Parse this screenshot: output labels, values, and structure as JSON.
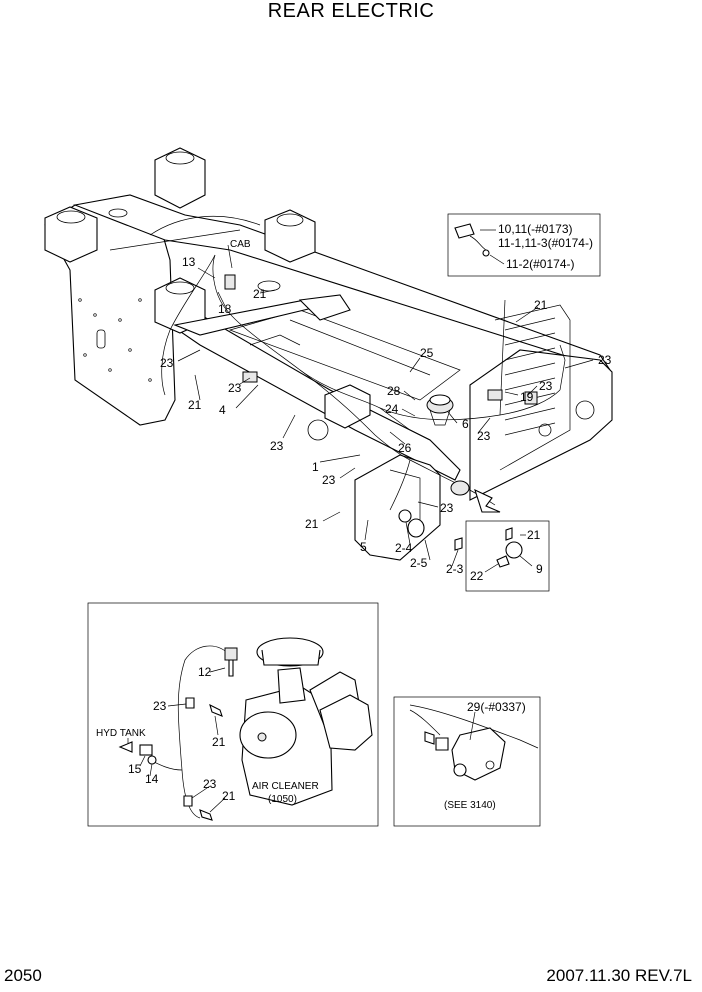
{
  "header": {
    "title": "REAR ELECTRIC"
  },
  "footer": {
    "page_number": "2050",
    "revision": "2007.11.30  REV.7L"
  },
  "callouts": {
    "c13": "13",
    "cab": "CAB",
    "c18": "18",
    "c21a": "21",
    "c23a": "23",
    "c21b": "21",
    "c23b": "23",
    "c4": "4",
    "c23c": "23",
    "c1": "1",
    "c23d": "23",
    "c21c": "21",
    "c5": "5",
    "c2_4": "2-4",
    "c2_5": "2-5",
    "c2_3": "2-3",
    "c23e": "23",
    "c26": "26",
    "c24": "24",
    "c28": "28",
    "c25": "25",
    "c6": "6",
    "c23f": "23",
    "c19": "19",
    "c23g": "23",
    "c21d": "21",
    "c23h": "23"
  },
  "inset_lamp": {
    "l1": "10,11(-#0173)",
    "l2": "11-1,11-3(#0174-)",
    "l3": "11-2(#0174-)"
  },
  "inset_switch": {
    "c21": "21",
    "c22": "22",
    "c9": "9"
  },
  "inset_air": {
    "c12": "12",
    "c23a": "23",
    "c21a": "21",
    "hyd": "HYD TANK",
    "c15": "15",
    "c14": "14",
    "c23b": "23",
    "c21b": "21",
    "label": "AIR CLEANER",
    "sub": "(1050)"
  },
  "inset_sensor": {
    "c29": "29(-#0337)",
    "see": "(SEE 3140)"
  }
}
